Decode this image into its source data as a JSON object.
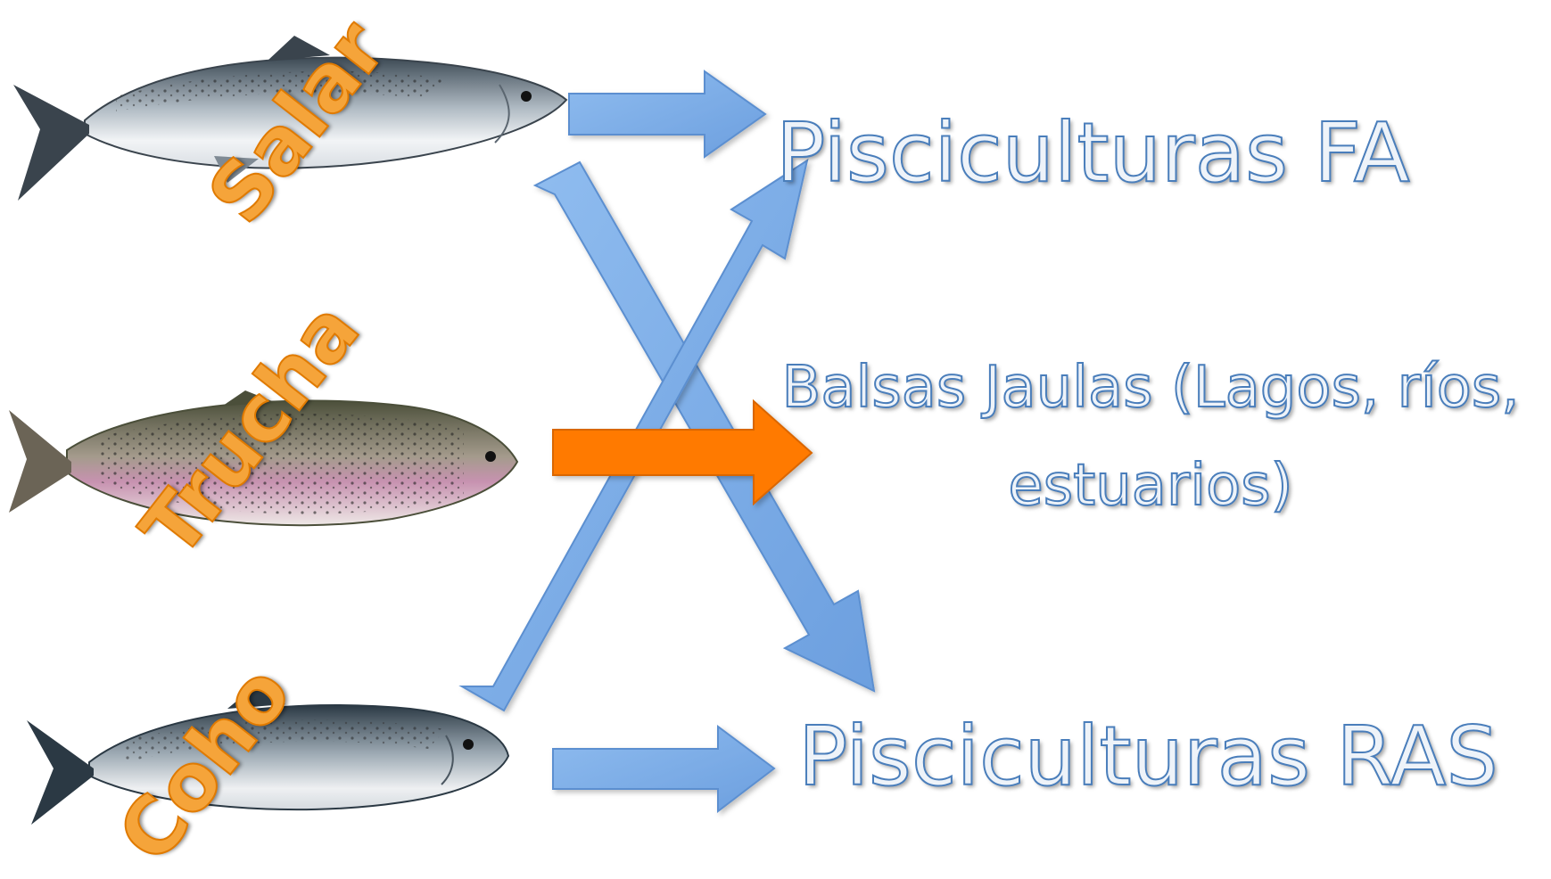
{
  "species": {
    "salar": "Salar",
    "trucha": "Trucha",
    "coho": "Coho"
  },
  "destinations": {
    "fa": "Pisciculturas FA",
    "balsas": "Balsas Jaulas (Lagos, ríos, estuarios)",
    "ras": "Pisciculturas RAS"
  },
  "colors": {
    "arrow_blue": "#79ade8",
    "arrow_orange": "#ff7a00",
    "text_outline": "#4a7ebb",
    "species_orange": "#f5a43a"
  }
}
